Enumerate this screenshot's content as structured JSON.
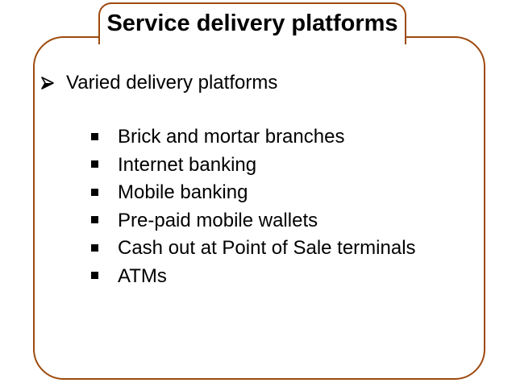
{
  "slide": {
    "title": "Service delivery platforms",
    "main_bullet": {
      "icon": "arrow-bullet-icon",
      "label": "Varied delivery platforms"
    },
    "sub_bullets": [
      {
        "icon": "square-bullet-icon",
        "label": "Brick and mortar branches"
      },
      {
        "icon": "square-bullet-icon",
        "label": "Internet banking"
      },
      {
        "icon": "square-bullet-icon",
        "label": "Mobile banking"
      },
      {
        "icon": "square-bullet-icon",
        "label": "Pre-paid mobile wallets"
      },
      {
        "icon": "square-bullet-icon",
        "label": "Cash out at Point of Sale terminals"
      },
      {
        "icon": "square-bullet-icon",
        "label": "ATMs"
      }
    ]
  },
  "colors": {
    "border": "#9e4a0e",
    "text": "#000000",
    "background": "#ffffff"
  }
}
